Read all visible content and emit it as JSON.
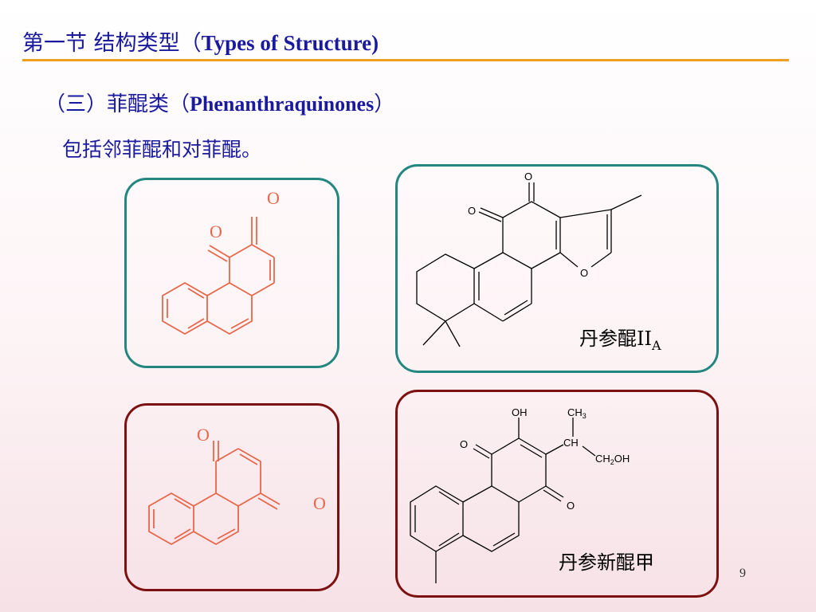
{
  "header": {
    "title_cn": "第一节  结构类型（",
    "title_en": "Types of  Structure)"
  },
  "section": {
    "heading_cn_open": "（三）菲醌类（",
    "heading_en": "Phenanthraquinones",
    "heading_cn_close": "）",
    "description": "包括邻菲醌和对菲醌。"
  },
  "structures": {
    "ortho": {
      "oxygen_label": "O"
    },
    "para": {
      "oxygen_label": "O"
    },
    "tanshinone": {
      "name_main": "丹参醌II",
      "name_sub": "A",
      "atom_o": "O"
    },
    "neotanshinone": {
      "name": "丹参新醌甲",
      "oh": "OH",
      "ch3": "CH",
      "ch3_sub": "3",
      "ch": "CH",
      "ch2oh_a": "CH",
      "ch2oh_sub": "2",
      "ch2oh_b": "OH",
      "atom_o": "O"
    }
  },
  "footer": {
    "page_number": "9"
  },
  "colors": {
    "title": "#1a1a9e",
    "rule": "#f0a020",
    "teal_border": "#23877f",
    "maroon_border": "#7d1111",
    "orange_structure": "#e8674a"
  }
}
